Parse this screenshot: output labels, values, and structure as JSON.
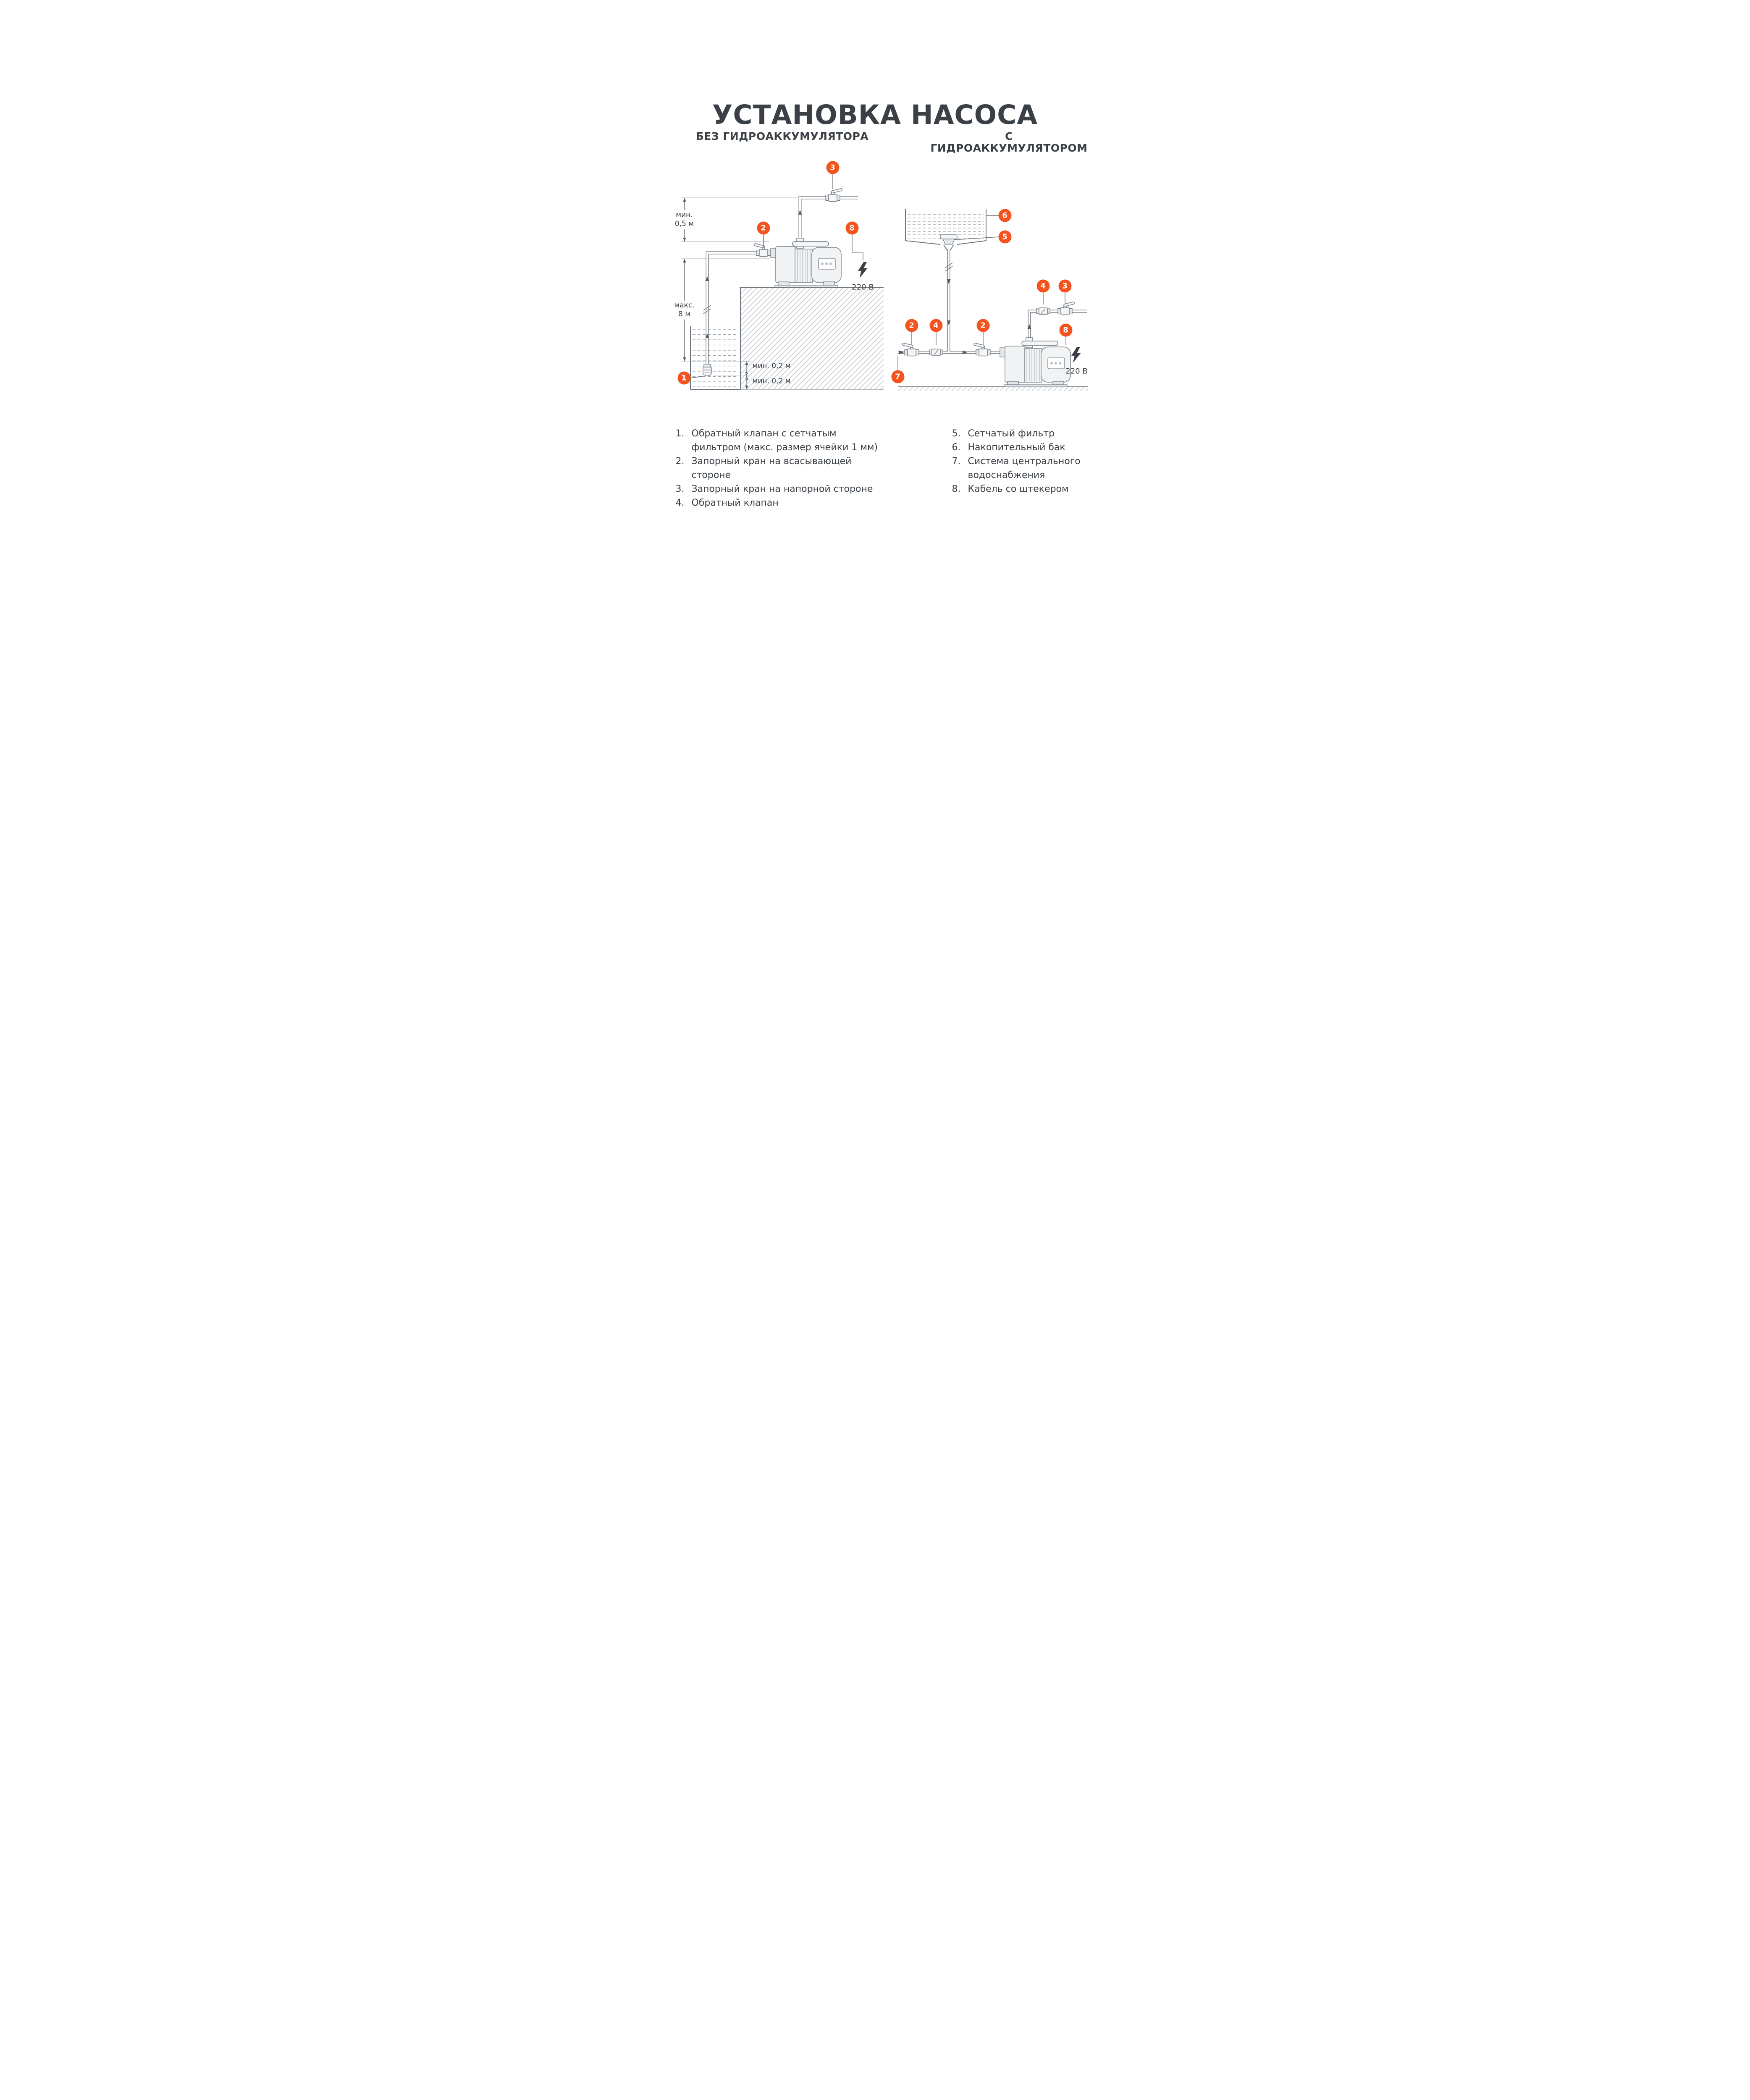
{
  "page": {
    "title": "УСТАНОВКА НАСОСА",
    "accent_color": "#F5531D",
    "text_color": "#3A4046"
  },
  "diagrams": {
    "left": {
      "heading": "БЕЗ ГИДРОАККУМУЛЯТОРА",
      "labels": {
        "min05": "мин.\n0,5 м",
        "max8": "макс.\n8 м",
        "min02_top": "мин. 0,2 м",
        "min02_bottom": "мин. 0,2 м",
        "voltage": "220 В"
      },
      "markers": {
        "m1": "1",
        "m2": "2",
        "m3": "3",
        "m8": "8"
      }
    },
    "right": {
      "heading": "С ГИДРОАККУМУЛЯТОРОМ",
      "labels": {
        "voltage": "220 В"
      },
      "markers": {
        "m2a": "2",
        "m4a": "4",
        "m2b": "2",
        "m4b": "4",
        "m3": "3",
        "m5": "5",
        "m6": "6",
        "m7": "7",
        "m8": "8"
      }
    }
  },
  "legend": {
    "left": [
      {
        "num": "1.",
        "text": "Обратный клапан с сетчатым\nфильтром (макс. размер ячейки 1 мм)"
      },
      {
        "num": "2.",
        "text": "Запорный кран на всасывающей стороне"
      },
      {
        "num": "3.",
        "text": "Запорный кран на напорной стороне"
      },
      {
        "num": "4.",
        "text": "Обратный клапан"
      }
    ],
    "right": [
      {
        "num": "5.",
        "text": "Сетчатый фильтр"
      },
      {
        "num": "6.",
        "text": "Накопительный бак"
      },
      {
        "num": "7.",
        "text": "Система центрального\nводоснабжения"
      },
      {
        "num": "8.",
        "text": "Кабель со штекером"
      }
    ]
  }
}
